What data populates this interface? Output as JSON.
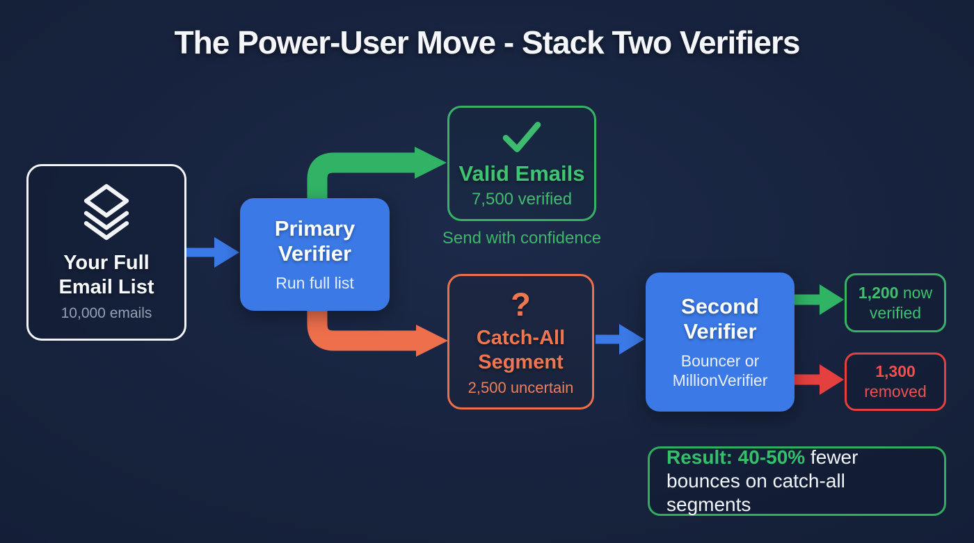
{
  "title": "The Power-User Move - Stack Two Verifiers",
  "colors": {
    "background": "#152039",
    "blue": "#3b79e6",
    "green": "#31b365",
    "green_text": "#3fc571",
    "orange": "#ee6f4c",
    "red": "#e4403f",
    "white": "#f4f6fa",
    "gray_subtext": "#96a1b4"
  },
  "nodes": {
    "email_list": {
      "icon": "layers-icon",
      "title": "Your Full Email List",
      "subtitle": "10,000 emails"
    },
    "primary_verifier": {
      "title": "Primary Verifier",
      "subtitle": "Run full list"
    },
    "valid_emails": {
      "icon": "check-icon",
      "title": "Valid Emails",
      "subtitle": "7,500 verified",
      "caption": "Send with confidence"
    },
    "catch_all": {
      "icon": "question-mark-icon",
      "icon_glyph": "?",
      "title": "Catch-All Segment",
      "subtitle": "2,500 uncertain"
    },
    "second_verifier": {
      "title": "Second Verifier",
      "subtitle": "Bouncer or MillionVerifier"
    },
    "now_verified": {
      "value": "1,200",
      "label": " now verified"
    },
    "removed": {
      "value": "1,300",
      "label": " removed"
    },
    "result": {
      "highlight": "Result: 40-50%",
      "rest": " fewer bounces on catch-all segments"
    }
  },
  "arrows": [
    {
      "name": "arrow-list-to-primary",
      "color": "blue"
    },
    {
      "name": "arrow-primary-to-valid",
      "color": "green"
    },
    {
      "name": "arrow-primary-to-catchall",
      "color": "orange"
    },
    {
      "name": "arrow-catchall-to-second",
      "color": "blue"
    },
    {
      "name": "arrow-second-to-verified",
      "color": "green"
    },
    {
      "name": "arrow-second-to-removed",
      "color": "red"
    }
  ]
}
